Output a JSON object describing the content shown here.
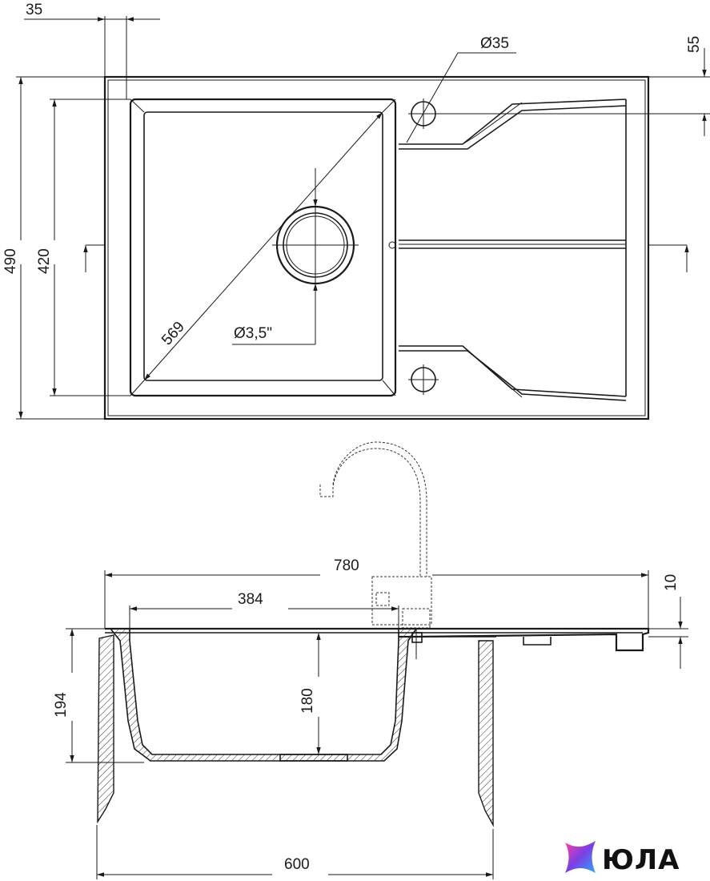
{
  "top_view": {
    "dim_width_offset": "35",
    "dim_hole_diameter": "Ø35",
    "dim_edge_offset": "55",
    "dim_overall_depth": "490",
    "dim_bowl_depth": "420",
    "dim_diagonal": "569",
    "dim_drain": "Ø3,5\""
  },
  "side_view": {
    "dim_overall_length": "780",
    "dim_bowl_width": "384",
    "dim_slab_thickness": "10",
    "dim_total_height": "194",
    "dim_bowl_height": "180",
    "dim_cabinet_width": "600"
  },
  "logo": {
    "text": "ЮЛА",
    "colors": [
      "#7b3fe4",
      "#2aa8ff",
      "#ff3fa4"
    ]
  }
}
